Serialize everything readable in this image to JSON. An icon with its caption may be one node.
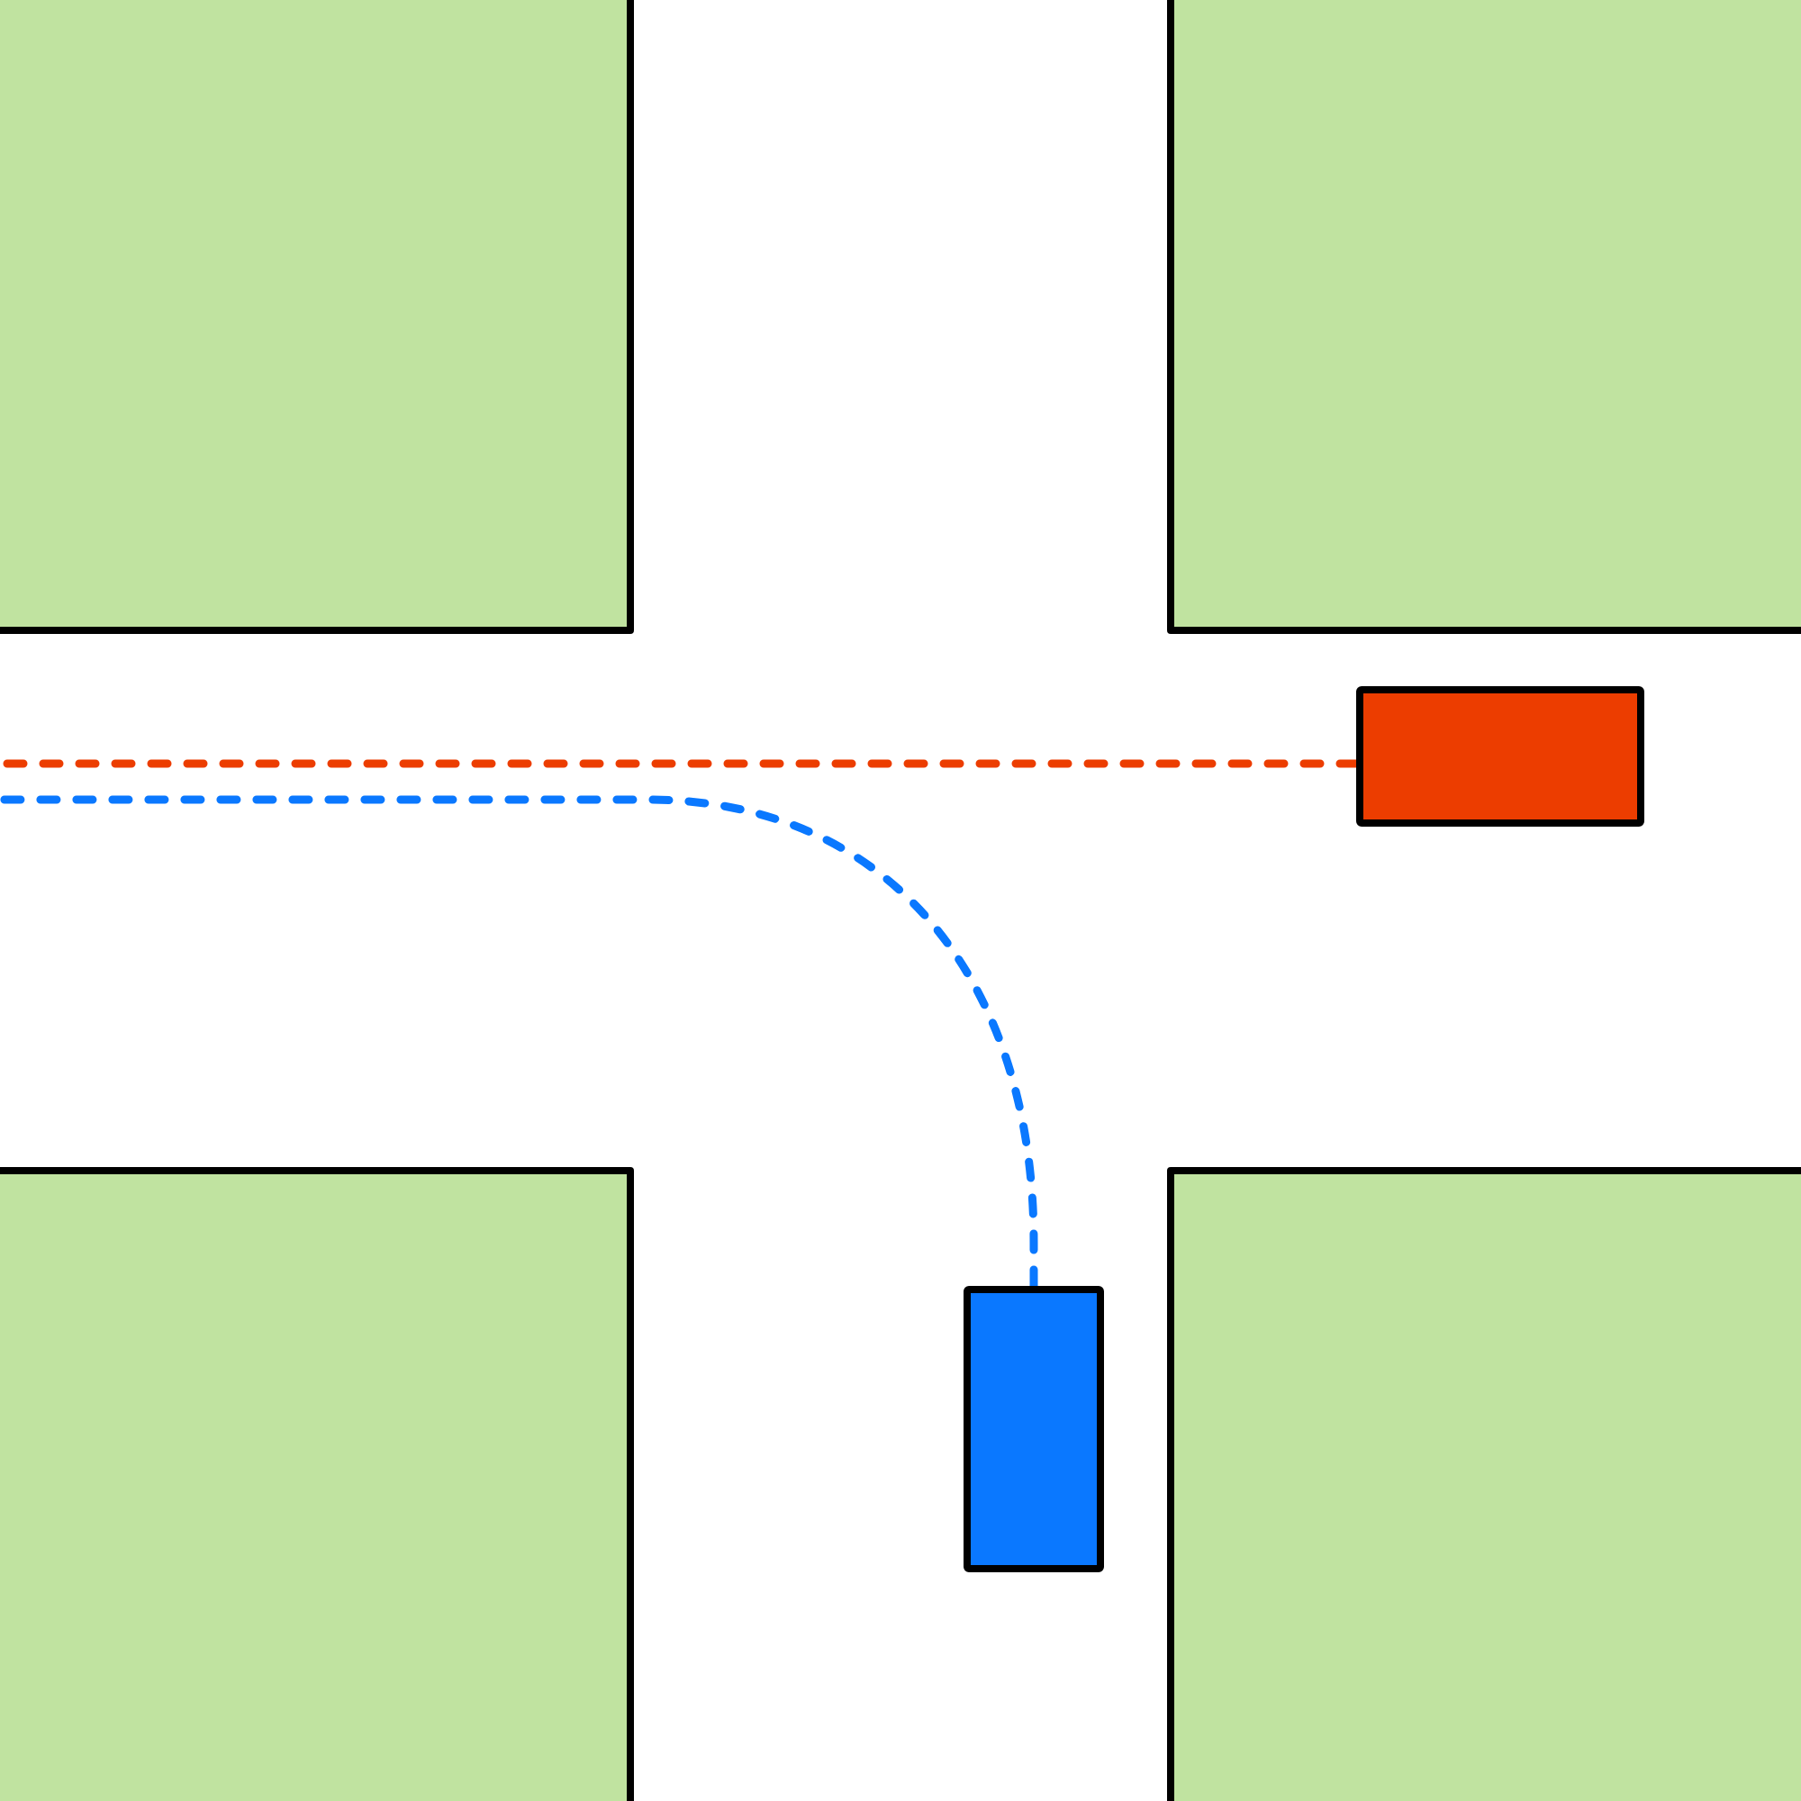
{
  "diagram": {
    "nodes": [
      {
        "text": [],
        "shape": "box"
      },
      {
        "text": [],
        "shape": "box"
      }
    ],
    "edges": [
      {
        "from": 0,
        "to": null,
        "arrow": "none",
        "style": "dashed",
        "color": "#ec3d00"
      },
      {
        "from": 1,
        "to": null,
        "arrow": "none",
        "style": "dashed",
        "color": "#0a78ff"
      }
    ]
  }
}
